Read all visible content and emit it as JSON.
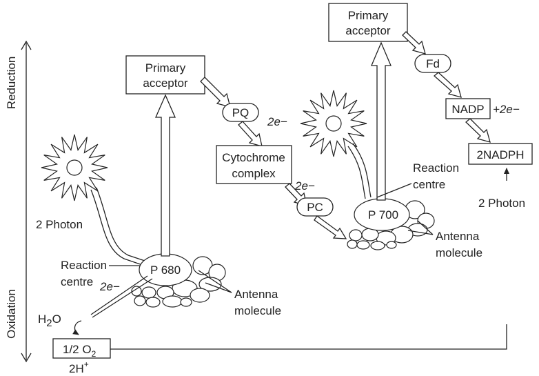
{
  "axis": {
    "top_label": "Reduction",
    "bottom_label": "Oxidation"
  },
  "psii": {
    "acceptor_line1": "Primary",
    "acceptor_line2": "acceptor",
    "center": "P 680",
    "photon": "2 Photon",
    "rc_line1": "Reaction",
    "rc_line2": "centre",
    "antenna_line1": "Antenna",
    "antenna_line2": "molecule",
    "electron": "2e−"
  },
  "chain": {
    "pq": "PQ",
    "pq_electron": "2e−",
    "cyto_line1": "Cytochrome",
    "cyto_line2": "complex",
    "pc_electron": "2e−",
    "pc": "PC"
  },
  "psi": {
    "acceptor_line1": "Primary",
    "acceptor_line2": "acceptor",
    "center": "P 700",
    "rc_line1": "Reaction",
    "rc_line2": "centre",
    "antenna_line1": "Antenna",
    "antenna_line2": "molecule",
    "photon": "2 Photon"
  },
  "right_chain": {
    "fd": "Fd",
    "nadp": "NADP",
    "nadp_plus": "+2e−",
    "nadph": "2NADPH"
  },
  "water": {
    "h": "H",
    "sub2": "2",
    "o": "O",
    "oxygen_main": "1/2 O",
    "oxygen_sub": "2",
    "protons_main": "2H",
    "protons_sup": "+"
  }
}
